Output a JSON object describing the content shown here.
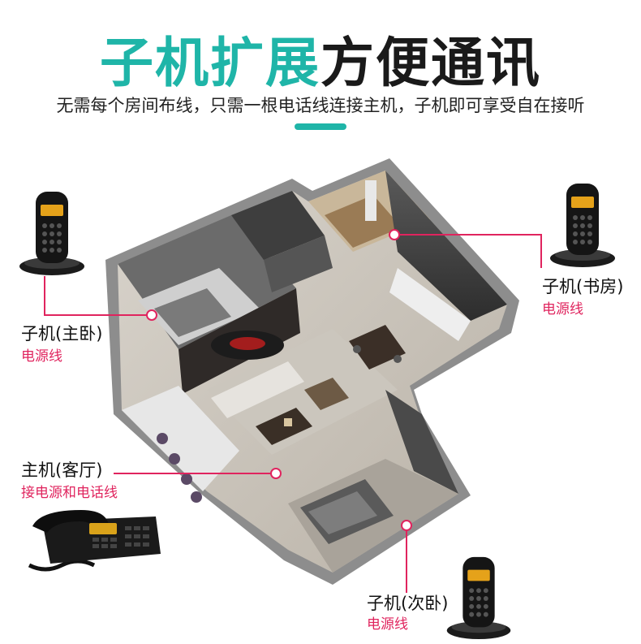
{
  "header": {
    "title_accent": "子机扩展",
    "title_rest": "方便通讯",
    "subtitle": "无需每个房间布线，只需一根电话线连接主机，子机即可享受自在接听"
  },
  "callouts": [
    {
      "name": "子机(主卧)",
      "note": "电源线"
    },
    {
      "name": "子机(书房)",
      "note": "电源线"
    },
    {
      "name": "主机(客厅)",
      "note": "接电源和电话线"
    },
    {
      "name": "子机(次卧)",
      "note": "电源线"
    }
  ],
  "colors": {
    "accent": "#1fb5a8",
    "callout": "#e0245e"
  }
}
